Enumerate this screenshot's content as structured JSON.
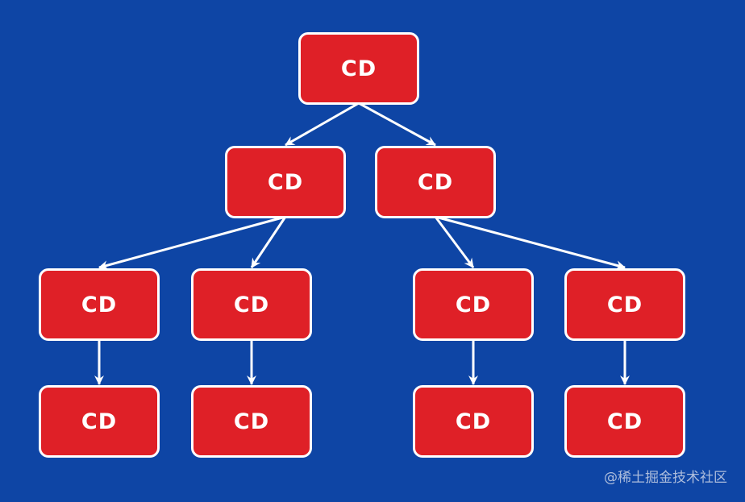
{
  "edge_color": "#ffffff",
  "node_color": "#df2027",
  "background_color": "#0e45a5",
  "nodes": {
    "root": "CD",
    "l1": "CD",
    "r1": "CD",
    "l2a": "CD",
    "l2b": "CD",
    "r2a": "CD",
    "r2b": "CD",
    "l3a": "CD",
    "l3b": "CD",
    "r3a": "CD",
    "r3b": "CD"
  },
  "edges": [
    [
      "root",
      "l1"
    ],
    [
      "root",
      "r1"
    ],
    [
      "l1",
      "l2a"
    ],
    [
      "l1",
      "l2b"
    ],
    [
      "r1",
      "r2a"
    ],
    [
      "r1",
      "r2b"
    ],
    [
      "l2a",
      "l3a"
    ],
    [
      "l2b",
      "l3b"
    ],
    [
      "r2a",
      "r3a"
    ],
    [
      "r2b",
      "r3b"
    ]
  ],
  "watermark": "@稀土掘金技术社区"
}
